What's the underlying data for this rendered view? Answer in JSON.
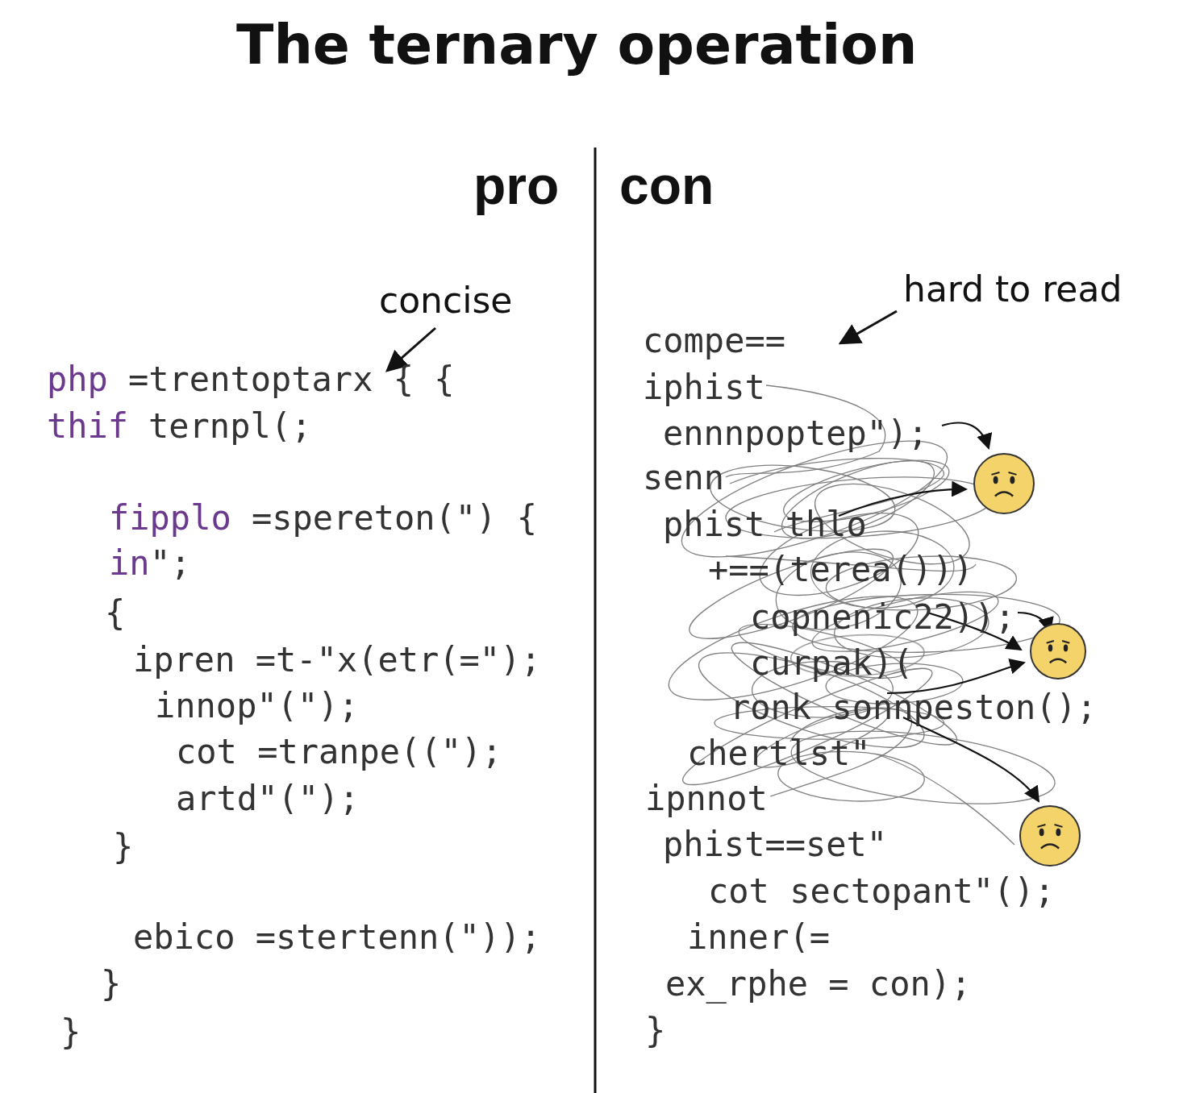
{
  "diagram": {
    "title": "The ternary operation",
    "labels": [
      "pro",
      "con",
      "concise",
      "hard to read",
      "php",
      "=trentoptarx { {",
      "thif",
      "ternpl(;",
      "fipplo",
      "=spereton(\") {",
      "in",
      "\";",
      "{",
      "ipren =t-\"x(etr(=\");",
      "innop\"(\");",
      "cot =tranpe((\");",
      "artd\"(\");",
      "}",
      "ebico =stertenn(\"));",
      "}",
      "}",
      "compe==",
      "iphist",
      "ennnpoptep\");",
      "senn",
      "phist thlo",
      "+==(terea()))",
      "copnenic22));",
      "curpak)(",
      "ronk sonnpeston();",
      "chertlst\"",
      "ipnnot",
      "phist==set\"",
      "cot sectopant\"();",
      "inner(=",
      "ex_rphe = con);",
      "}"
    ]
  }
}
